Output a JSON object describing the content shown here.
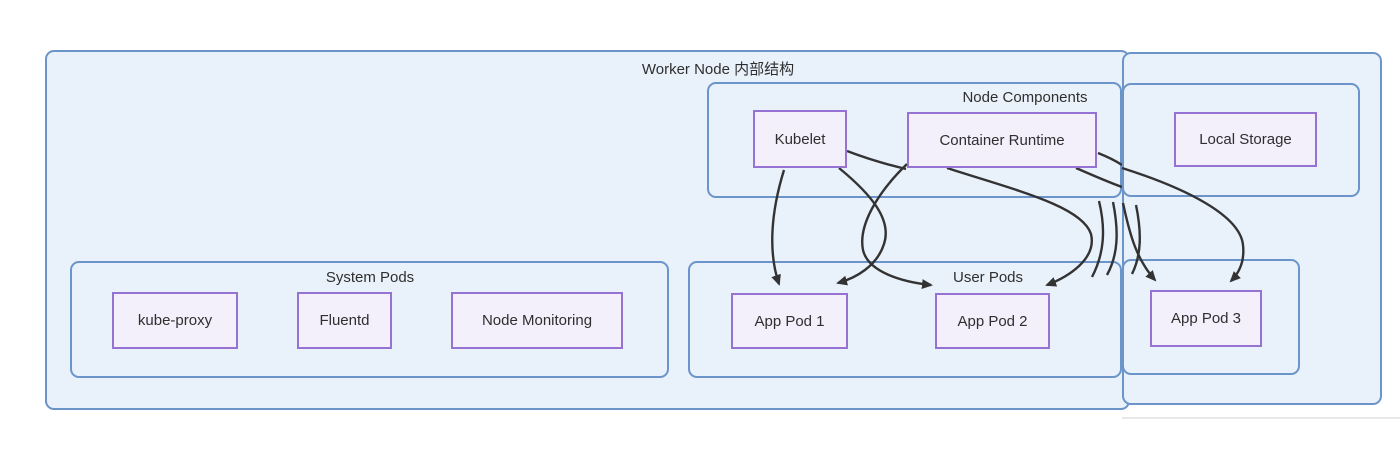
{
  "diagram": {
    "title": "Worker Node 内部结构",
    "subgraphs": {
      "node_components": {
        "title": "Node Components",
        "nodes": {
          "kubelet": "Kubelet",
          "container_runtime": "Container Runtime",
          "local_storage": "Local Storage"
        }
      },
      "system_pods": {
        "title": "System Pods",
        "nodes": {
          "kube_proxy": "kube-proxy",
          "fluentd": "Fluentd",
          "node_monitoring": "Node Monitoring"
        }
      },
      "user_pods": {
        "title": "User Pods",
        "nodes": {
          "app_pod_1": "App Pod 1",
          "app_pod_2": "App Pod 2",
          "app_pod_3": "App Pod 3"
        }
      }
    },
    "edges": [
      {
        "from": "Kubelet",
        "to": "App Pod 1"
      },
      {
        "from": "Kubelet",
        "to": "App Pod 2"
      },
      {
        "from": "Kubelet",
        "to": "App Pod 3"
      },
      {
        "from": "Container Runtime",
        "to": "App Pod 1"
      },
      {
        "from": "Container Runtime",
        "to": "App Pod 2"
      },
      {
        "from": "Container Runtime",
        "to": "App Pod 3"
      }
    ],
    "colors": {
      "canvas_bg": "#ffffff",
      "container_fill": "#e9f1fb",
      "container_border": "#6b94c9",
      "node_fill": "#f3effb",
      "node_border": "#9673d3",
      "edge_color": "#333333",
      "text_color": "#2f2f2f"
    }
  }
}
